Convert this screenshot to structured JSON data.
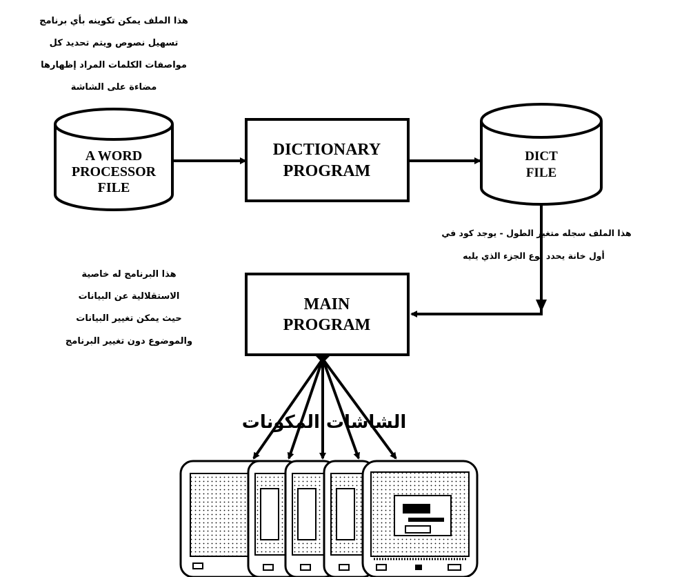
{
  "notes": {
    "top_left": [
      "هذا الملف يمكن تكوينه بأي برنامج",
      "تسهيل نصوص ويتم تحديد كل",
      "مواصفات الكلمات المراد إظهارها",
      "مضاءة على الشاشة"
    ],
    "middle_right": [
      "هذا الملف سجله متغير الطول - يوجد كود في",
      "أول خانة يحدد نوع الجزء الذي يليه"
    ],
    "middle_left": [
      "هذا البرنامج له خاصية",
      "الاستقلالية عن البيانات",
      "حيث يمكن تغيير البيانات",
      "والموضوع دون تغيير البرنامج"
    ],
    "screens_label": "الشاشات المكونات"
  },
  "nodes": {
    "word_processor_file": [
      "A WORD",
      "PROCESSOR",
      "FILE"
    ],
    "dictionary_program": [
      "DICTIONARY",
      "PROGRAM"
    ],
    "dict_file": [
      "DICT",
      "FILE"
    ],
    "main_program": [
      "MAIN",
      "PROGRAM"
    ]
  },
  "screens": {
    "count": 5
  }
}
